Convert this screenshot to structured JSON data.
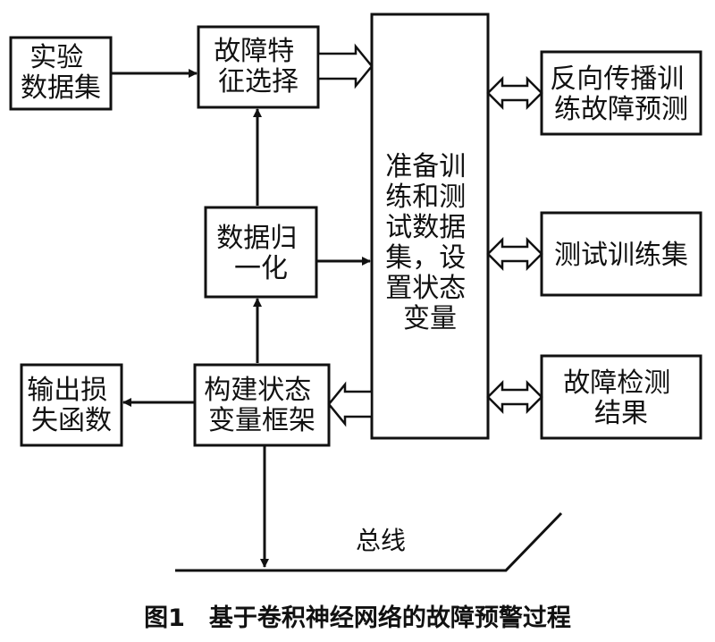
{
  "nodes": {
    "dataset": {
      "lines": [
        "实验",
        "数据集"
      ]
    },
    "feature_select": {
      "lines": [
        "故障特",
        "征选择"
      ]
    },
    "normalize": {
      "lines": [
        "数据归",
        "一化"
      ]
    },
    "state_frame": {
      "lines": [
        "构建状态",
        "变量框架"
      ]
    },
    "loss_output": {
      "lines": [
        "输出损",
        "失函数"
      ]
    },
    "prepare": {
      "lines": [
        "准备训",
        "练和测",
        "试数据",
        "集，设",
        "置状态",
        "变量"
      ]
    },
    "backprop": {
      "lines": [
        "反向传播训",
        "练故障预测"
      ]
    },
    "test_set": {
      "lines": [
        "测试训练集"
      ]
    },
    "detect_result": {
      "lines": [
        "故障检测",
        "结果"
      ]
    }
  },
  "bus_label": "总线",
  "caption": "图1　基于卷积神经网络的故障预警过程"
}
